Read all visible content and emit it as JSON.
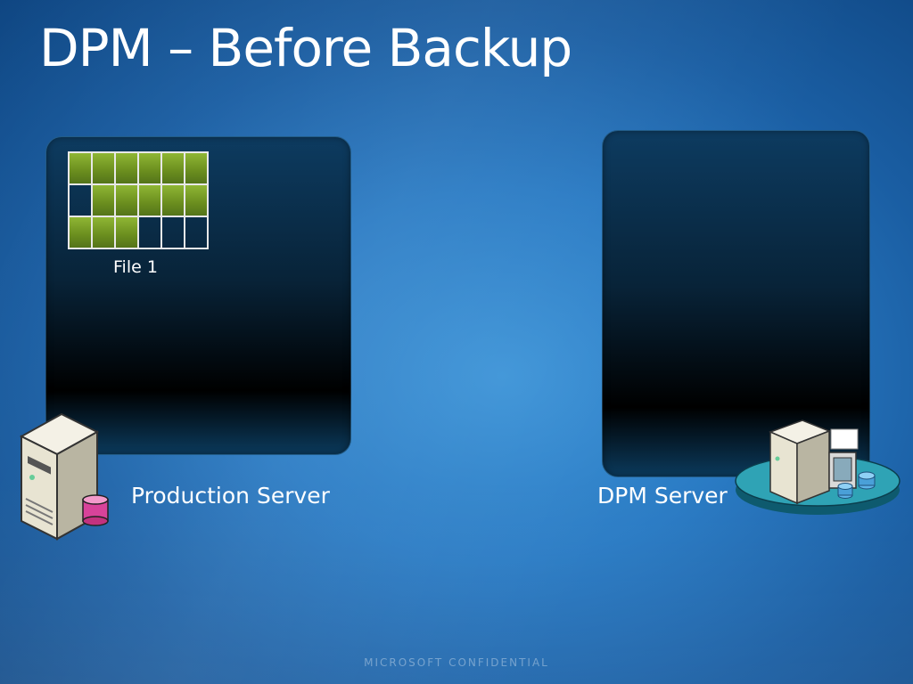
{
  "slide": {
    "title": "DPM – Before Backup",
    "file_label": "File 1",
    "production_server_label": "Production Server",
    "dpm_server_label": "DPM Server",
    "footer": "MICROSOFT CONFIDENTIAL"
  },
  "file_blocks": {
    "rows": 3,
    "columns": 6,
    "filled": [
      [
        1,
        1,
        1,
        1,
        1,
        1
      ],
      [
        0,
        1,
        1,
        1,
        1,
        1
      ],
      [
        1,
        1,
        1,
        0,
        0,
        0
      ]
    ],
    "fill_color": "#7aa126"
  },
  "colors": {
    "background": "#2a7bc4",
    "panel": "#000000",
    "text": "#ffffff"
  },
  "icons": {
    "production_server": "server-tower-icon",
    "production_database": "database-icon",
    "dpm_server": "dpm-server-platform-icon"
  }
}
